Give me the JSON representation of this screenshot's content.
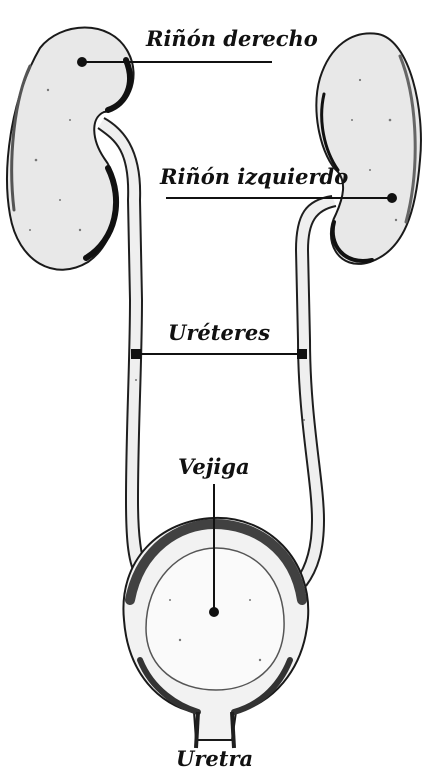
{
  "labels": {
    "kidney_right": "Riñón derecho",
    "kidney_left": "Riñón izquierdo",
    "ureters": "Uréteres",
    "bladder": "Vejiga",
    "urethra": "Uretra"
  },
  "colors": {
    "ink": "#111111",
    "organ_fill": "#e8e8e8",
    "background": "#ffffff"
  }
}
